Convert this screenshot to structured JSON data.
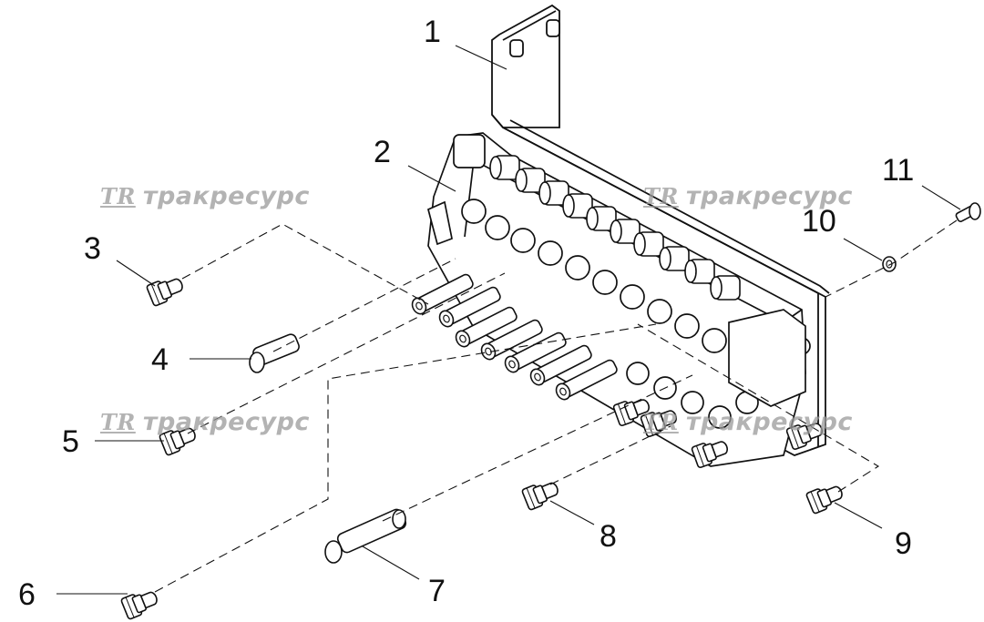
{
  "callouts": {
    "c1": "1",
    "c2": "2",
    "c3": "3",
    "c4": "4",
    "c5": "5",
    "c6": "6",
    "c7": "7",
    "c8": "8",
    "c9": "9",
    "c10": "10",
    "c11": "11"
  },
  "watermark": {
    "logo": "TR",
    "text": "тракресурс"
  },
  "colors": {
    "line": "#111111",
    "watermark": "#9a9a9a",
    "background": "#ffffff"
  }
}
